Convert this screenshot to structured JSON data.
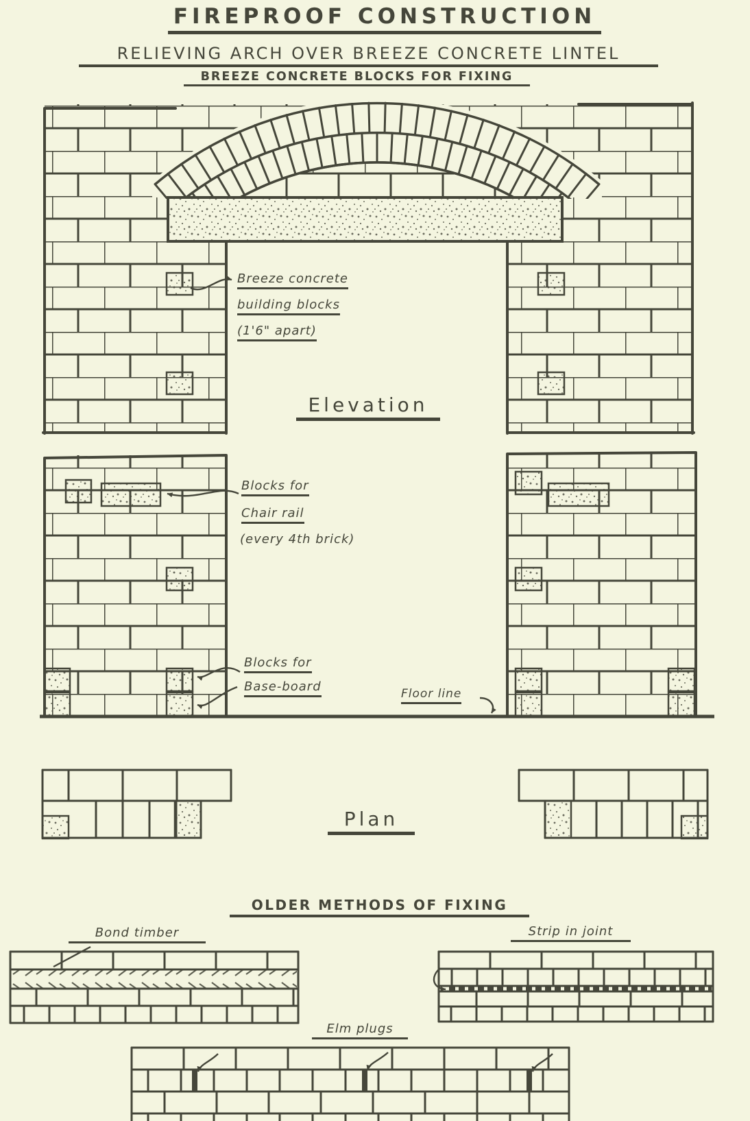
{
  "title": "FIREPROOF CONSTRUCTION",
  "subtitle": "RELIEVING ARCH OVER BREEZE CONCRETE LINTEL",
  "caption": "BREEZE CONCRETE BLOCKS FOR FIXING",
  "elevation": {
    "label": "Elevation",
    "breeze_note_line1": "Breeze concrete",
    "breeze_note_line2": "building blocks",
    "breeze_note_line3": "(1'6\" apart)",
    "chair_note_line1": "Blocks for",
    "chair_note_line2": "Chair rail",
    "chair_note_line3": "(every 4th brick)",
    "base_note_line1": "Blocks for",
    "base_note_line2": "Base-board",
    "floor_label": "Floor line"
  },
  "plan": {
    "label": "Plan"
  },
  "older_methods": {
    "heading": "OLDER METHODS OF FIXING",
    "bond_timber_label": "Bond timber",
    "strip_in_joint_label": "Strip in joint",
    "elm_plugs_label": "Elm plugs"
  },
  "colors": {
    "paper": "#f4f5e0",
    "ink": "#45463a"
  }
}
